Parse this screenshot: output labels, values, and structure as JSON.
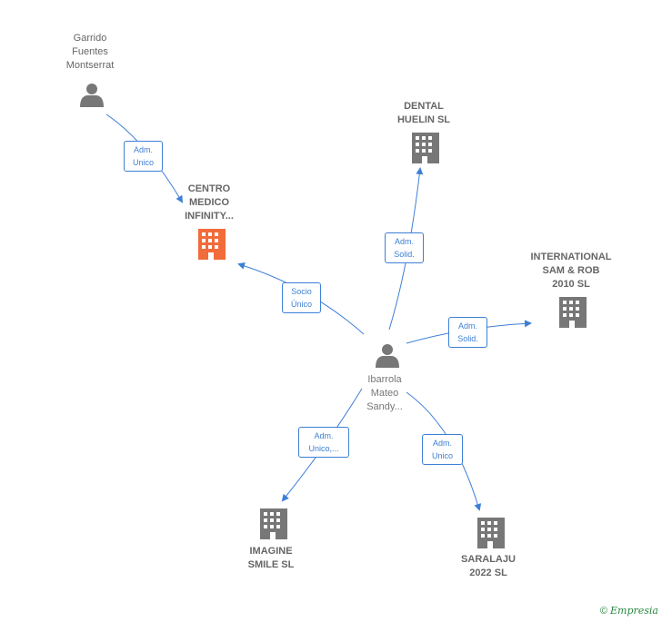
{
  "colors": {
    "edge": "#3d7fd6",
    "node_gray": "#777777",
    "node_highlight": "#f26b3a",
    "brand": "#2a8a3f"
  },
  "nodes": {
    "garrido": {
      "label": "Garrido\nFuentes\nMontserrat",
      "kind": "person"
    },
    "centro": {
      "label": "CENTRO\nMEDICO\nINFINITY...",
      "kind": "company-highlight"
    },
    "dental": {
      "label": "DENTAL\nHUELIN SL",
      "kind": "company"
    },
    "international": {
      "label": "INTERNATIONAL\nSAM & ROB\n2010 SL",
      "kind": "company"
    },
    "ibarrola": {
      "label": "Ibarrola\nMateo\nSandy...",
      "kind": "person"
    },
    "imagine": {
      "label": "IMAGINE\nSMILE  SL",
      "kind": "company"
    },
    "saralaju": {
      "label": "SARALAJU\n2022  SL",
      "kind": "company"
    }
  },
  "edges": {
    "garrido_centro": "Adm.\nUnico",
    "ibarrola_centro": "Socio\nÚnico",
    "ibarrola_dental": "Adm.\nSolid.",
    "ibarrola_international": "Adm.\nSolid.",
    "ibarrola_imagine": "Adm.\nUnico,...",
    "ibarrola_saralaju": "Adm.\nUnico"
  },
  "footer": {
    "copyright": "©",
    "brand": "Empresia"
  }
}
